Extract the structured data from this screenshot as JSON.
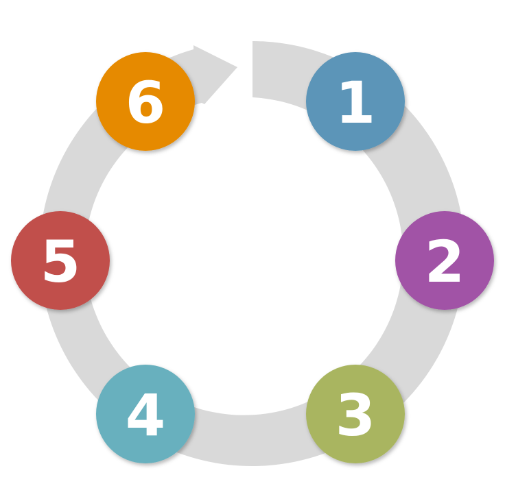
{
  "diagram": {
    "ring_color": "#d9d9d9",
    "number_color": "#ffffff",
    "steps": [
      {
        "label": "1",
        "color": "#5b95b8"
      },
      {
        "label": "2",
        "color": "#a152a6"
      },
      {
        "label": "3",
        "color": "#a9b561"
      },
      {
        "label": "4",
        "color": "#67b0be"
      },
      {
        "label": "5",
        "color": "#c14f4c"
      },
      {
        "label": "6",
        "color": "#e68a00"
      }
    ]
  }
}
